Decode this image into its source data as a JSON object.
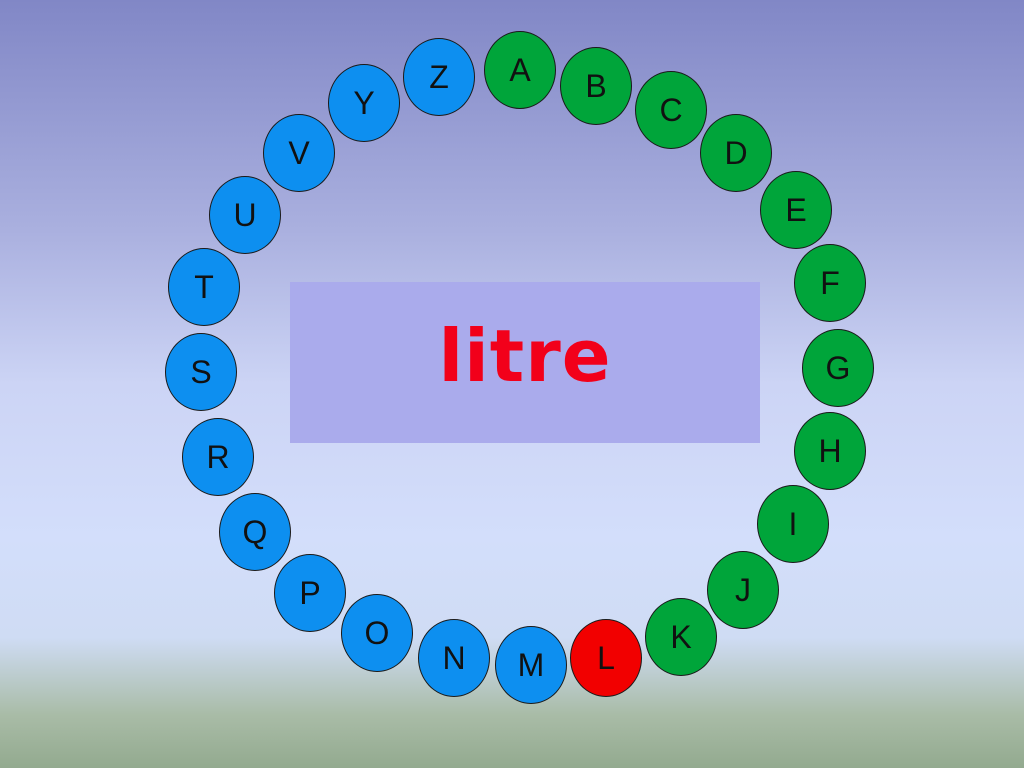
{
  "colors": {
    "used": "#00a53a",
    "unused": "#0d8ff0",
    "current": "#f20000",
    "word_text": "#f2001a"
  },
  "word": "litre",
  "current_letter": "L",
  "letters": [
    {
      "label": "A",
      "state": "used"
    },
    {
      "label": "B",
      "state": "used"
    },
    {
      "label": "C",
      "state": "used"
    },
    {
      "label": "D",
      "state": "used"
    },
    {
      "label": "E",
      "state": "used"
    },
    {
      "label": "F",
      "state": "used"
    },
    {
      "label": "G",
      "state": "used"
    },
    {
      "label": "H",
      "state": "used"
    },
    {
      "label": "I",
      "state": "used"
    },
    {
      "label": "J",
      "state": "used"
    },
    {
      "label": "K",
      "state": "used"
    },
    {
      "label": "L",
      "state": "current"
    },
    {
      "label": "M",
      "state": "unused"
    },
    {
      "label": "N",
      "state": "unused"
    },
    {
      "label": "O",
      "state": "unused"
    },
    {
      "label": "P",
      "state": "unused"
    },
    {
      "label": "Q",
      "state": "unused"
    },
    {
      "label": "R",
      "state": "unused"
    },
    {
      "label": "S",
      "state": "unused"
    },
    {
      "label": "T",
      "state": "unused"
    },
    {
      "label": "U",
      "state": "unused"
    },
    {
      "label": "V",
      "state": "unused"
    },
    {
      "label": "Y",
      "state": "unused"
    },
    {
      "label": "Z",
      "state": "unused"
    }
  ]
}
